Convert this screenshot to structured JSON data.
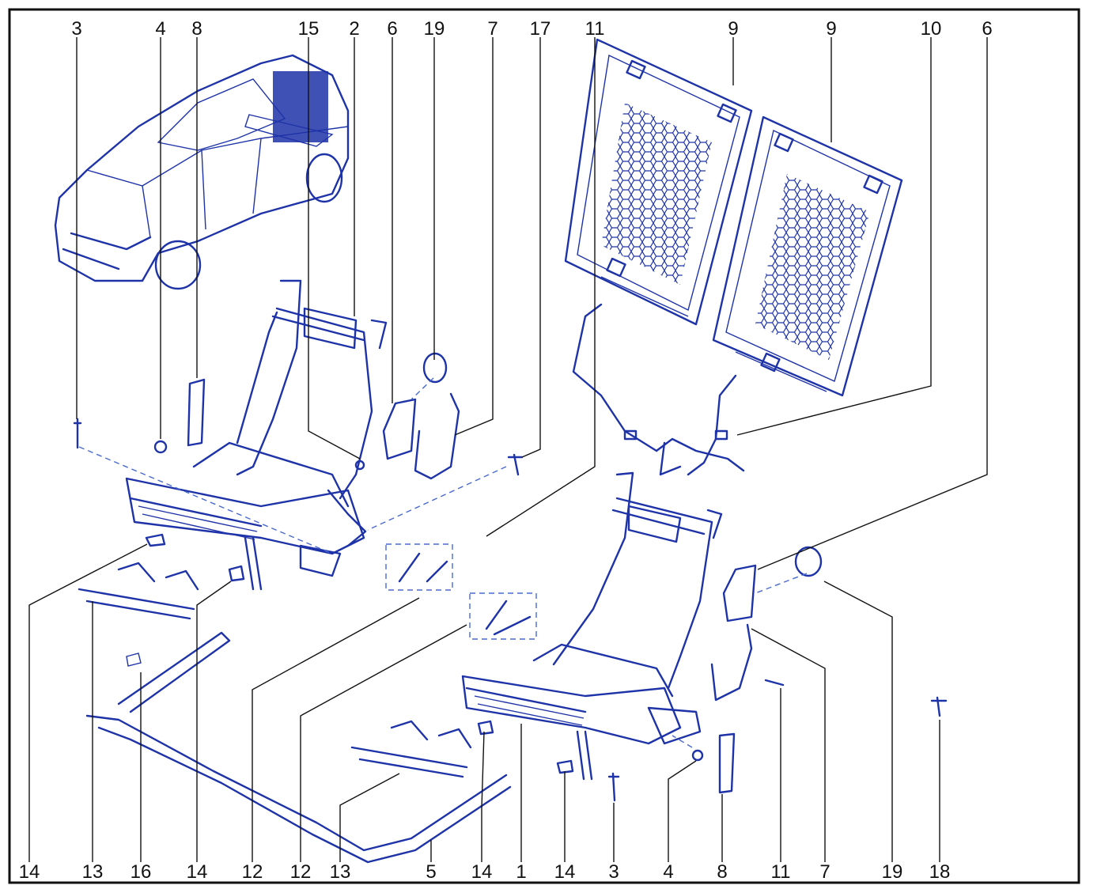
{
  "diagram": {
    "accent_color": "#1e33a8",
    "callouts_top": [
      "3",
      "4",
      "8",
      "15",
      "2",
      "6",
      "19",
      "7",
      "17",
      "11",
      "9",
      "9",
      "10",
      "6"
    ],
    "callouts_bottom": [
      "14",
      "13",
      "16",
      "14",
      "12",
      "12",
      "13",
      "5",
      "14",
      "1",
      "14",
      "3",
      "4",
      "8",
      "11",
      "7",
      "19",
      "18"
    ]
  }
}
